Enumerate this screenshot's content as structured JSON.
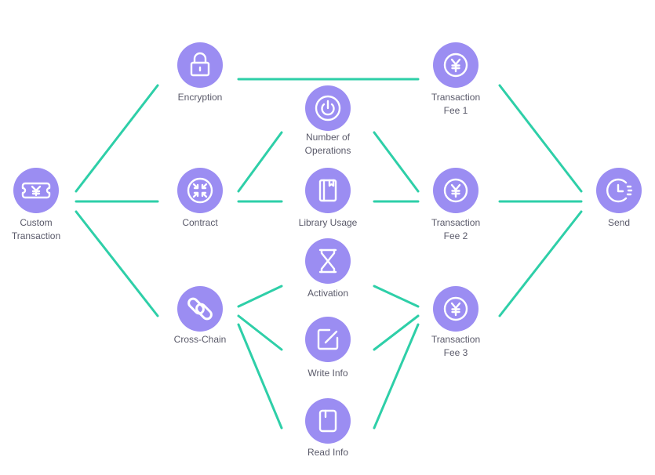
{
  "nodes": {
    "custom_transaction": {
      "label": "Custom\nTransaction",
      "icon": "ticket-yuan-icon"
    },
    "encryption": {
      "label": "Encryption",
      "icon": "lock-icon"
    },
    "contract": {
      "label": "Contract",
      "icon": "compress-arrows-icon"
    },
    "cross_chain": {
      "label": "Cross-Chain",
      "icon": "chain-link-icon"
    },
    "number_of_operations": {
      "label": "Number of\nOperations",
      "icon": "power-icon"
    },
    "library_usage": {
      "label": "Library Usage",
      "icon": "book-icon"
    },
    "activation": {
      "label": "Activation",
      "icon": "hourglass-icon"
    },
    "write_info": {
      "label": "Write Info",
      "icon": "edit-icon"
    },
    "read_info": {
      "label": "Read Info",
      "icon": "document-icon"
    },
    "transaction_fee_1": {
      "label": "Transaction\nFee 1",
      "icon": "yuan-coin-icon"
    },
    "transaction_fee_2": {
      "label": "Transaction\nFee 2",
      "icon": "yuan-coin-icon"
    },
    "transaction_fee_3": {
      "label": "Transaction\nFee 3",
      "icon": "yuan-coin-icon"
    },
    "send": {
      "label": "Send",
      "icon": "clock-send-icon"
    }
  },
  "colors": {
    "node": "#9b8df2",
    "edge": "#2ecfa8",
    "label": "#5a5a6a",
    "icon_stroke": "#ffffff"
  }
}
